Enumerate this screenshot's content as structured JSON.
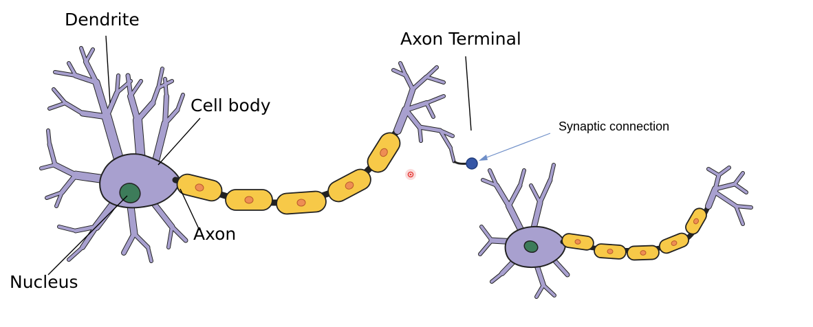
{
  "labels": {
    "dendrite": "Dendrite",
    "cell_body": "Cell body",
    "axon_terminal": "Axon Terminal",
    "synaptic_connection": "Synaptic connection",
    "axon": "Axon",
    "nucleus": "Nucleus"
  },
  "colors": {
    "cell": "#a8a0cf",
    "outline": "#222222",
    "myelin": "#f7c948",
    "myelin_inner": "#ee8e54",
    "nucleus": "#3d7c5a",
    "synapse": "#3556a6",
    "pointer": "#6f8fc8",
    "hotspot": "#e53935"
  }
}
